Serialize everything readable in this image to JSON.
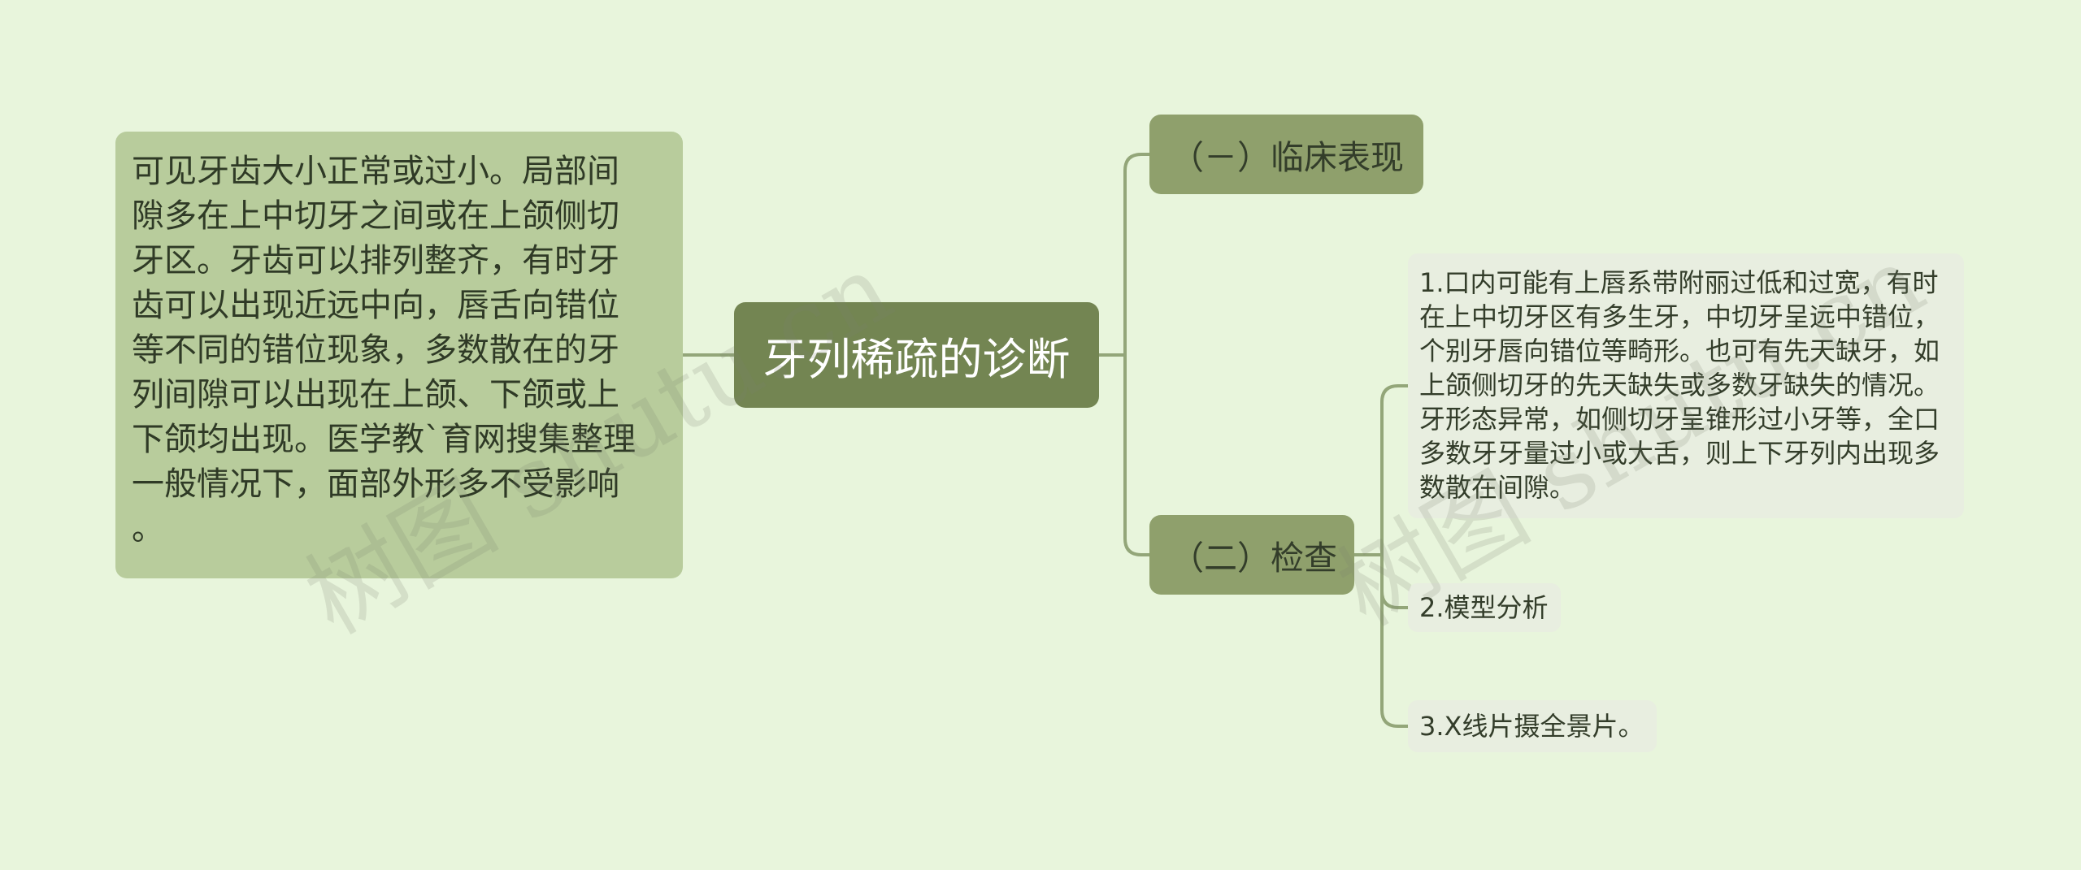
{
  "root": {
    "label": "牙列稀疏的诊断"
  },
  "left_note": {
    "text": "可见牙齿大小正常或过小。局部间\n隙多在上中切牙之间或在上颌侧切\n牙区。牙齿可以排列整齐，有时牙\n齿可以出现近远中向，唇舌向错位\n等不同的错位现象，多数散在的牙\n列间隙可以出现在上颌、下颌或上\n下颌均出现。医学教`育网搜集整理\n一般情况下，面部外形多不受影响\n。"
  },
  "branches": [
    {
      "label": "（－）临床表现"
    },
    {
      "label": "（二）检查"
    }
  ],
  "leaves": [
    {
      "text": "1.口内可能有上唇系带附丽过低和过宽，有时\n在上中切牙区有多生牙，中切牙呈远中错位，\n个别牙唇向错位等畸形。也可有先天缺牙，如\n上颌侧切牙的先天缺失或多数牙缺失的情况。\n牙形态异常，如侧切牙呈锥形过小牙等，全口\n多数牙牙量过小或大舌，则上下牙列内出现多\n数散在间隙。"
    },
    {
      "text": "2.模型分析"
    },
    {
      "text": "3.X线片摄全景片。"
    }
  ],
  "watermark": {
    "text": "树图 shutu.cn"
  },
  "colors": {
    "background": "#e8f5dc",
    "root": "#738552",
    "branch": "#8fa06c",
    "note": "#b8cc9c",
    "leaf": "#e8eee0",
    "line": "#93a679"
  }
}
